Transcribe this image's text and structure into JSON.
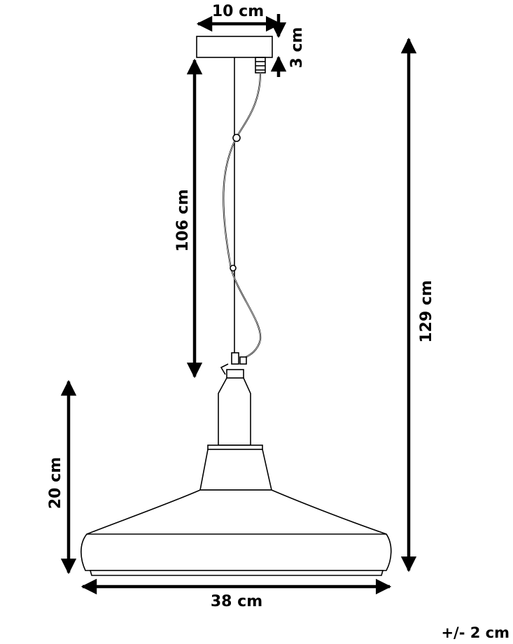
{
  "dimensions": {
    "canopy_width": "10 cm",
    "canopy_height": "3 cm",
    "cable_length": "106 cm",
    "total_height": "129 cm",
    "shade_height": "20 cm",
    "shade_diameter": "38 cm"
  },
  "tolerance": "+/- 2 cm"
}
